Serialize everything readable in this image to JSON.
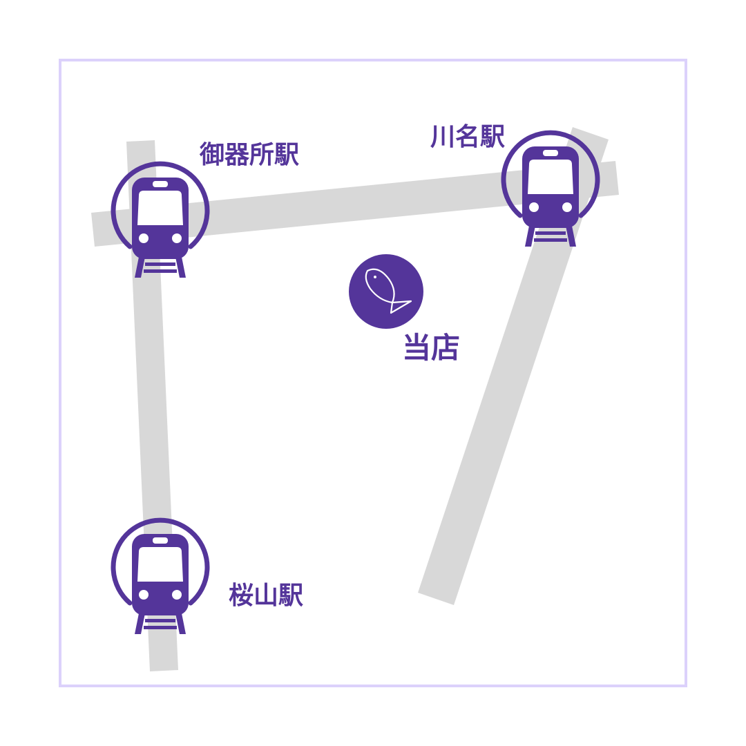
{
  "colors": {
    "accent": "#54359a",
    "frame": "#dcd1fb",
    "rail": "#d8d8d8",
    "background": "#ffffff"
  },
  "stations": [
    {
      "id": "gokisho",
      "label": "御器所駅",
      "icon": "train-icon"
    },
    {
      "id": "kawana",
      "label": "川名駅",
      "icon": "train-icon"
    },
    {
      "id": "sakurayama",
      "label": "桜山駅",
      "icon": "train-icon"
    }
  ],
  "shop": {
    "label": "当店",
    "icon": "fish-icon"
  }
}
